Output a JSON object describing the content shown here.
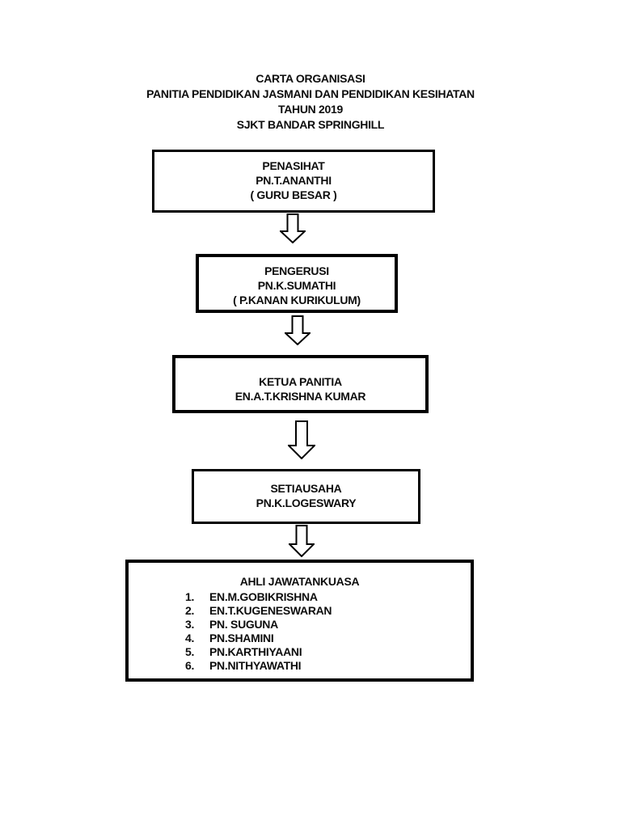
{
  "page": {
    "title_lines": {
      "l1": "CARTA ORGANISASI",
      "l2": "PANITIA PENDIDIKAN JASMANI DAN PENDIDIKAN KESIHATAN",
      "l3": "TAHUN 2019",
      "l4": "SJKT BANDAR SPRINGHILL"
    }
  },
  "chart": {
    "type": "org-chart",
    "colors": {
      "border": "#000000",
      "background": "#ffffff",
      "text": "#0d0d0d"
    },
    "nodes": [
      {
        "role": "PENASIHAT",
        "name": "PN.T.ANANTHI",
        "note": "( GURU BESAR )"
      },
      {
        "role": "PENGERUSI",
        "name": "PN.K.SUMATHI",
        "note": "( P.KANAN KURIKULUM)"
      },
      {
        "role": "KETUA PANITIA",
        "name": "EN.A.T.KRISHNA KUMAR"
      },
      {
        "role": "SETIAUSAHA",
        "name": "PN.K.LOGESWARY"
      },
      {
        "role": "AHLI JAWATANKUASA",
        "members": [
          {
            "num": "1.",
            "name": "EN.M.GOBIKRISHNA"
          },
          {
            "num": "2.",
            "name": "EN.T.KUGENESWARAN"
          },
          {
            "num": "3.",
            "name": "PN. SUGUNA"
          },
          {
            "num": "4.",
            "name": "PN.SHAMINI"
          },
          {
            "num": "5.",
            "name": "PN.KARTHIYAANI"
          },
          {
            "num": "6.",
            "name": "PN.NITHYAWATHI"
          }
        ]
      }
    ]
  }
}
